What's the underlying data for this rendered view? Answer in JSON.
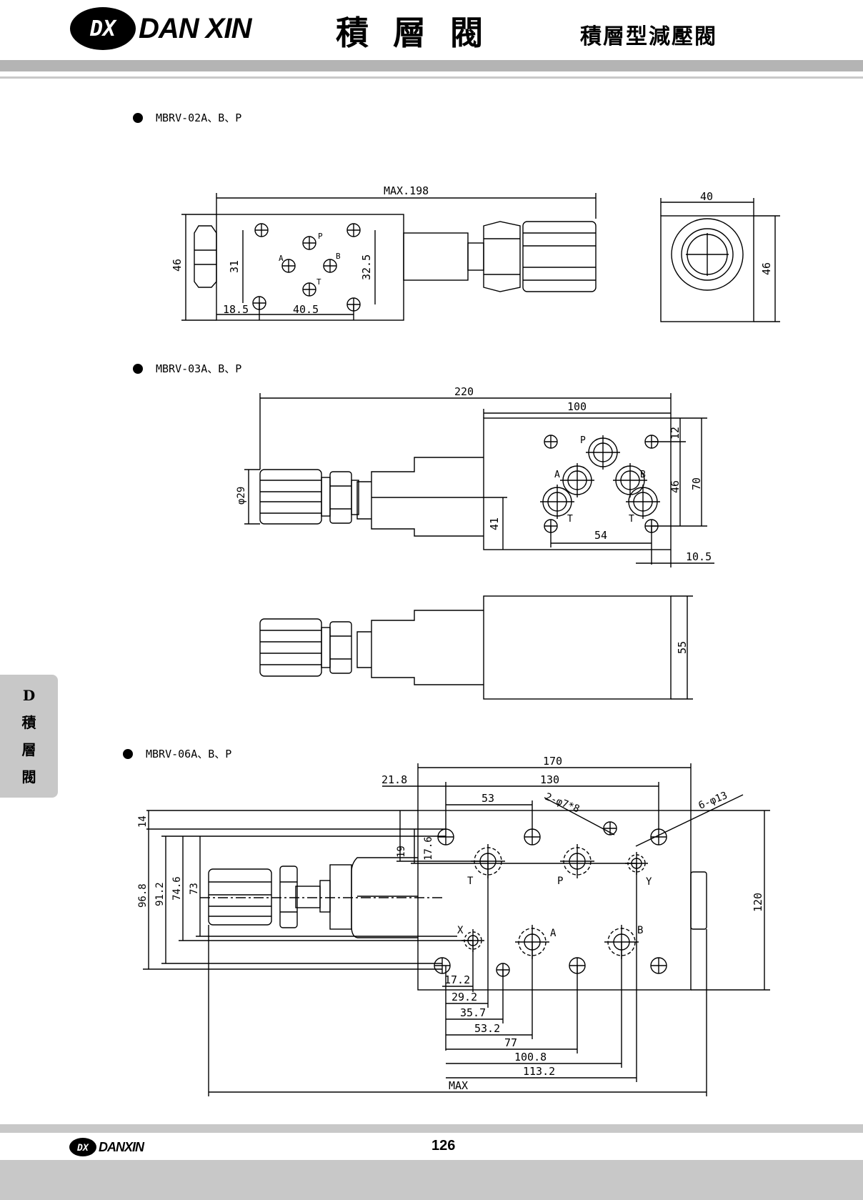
{
  "header": {
    "brand": "DAN XIN",
    "logo_mark": "DX",
    "title": "積層閥",
    "subtitle": "積層型減壓閥"
  },
  "sections": [
    {
      "label": "MBRV-02A、B、P"
    },
    {
      "label": "MBRV-03A、B、P"
    },
    {
      "label": "MBRV-06A、B、P"
    }
  ],
  "side_tab": {
    "lines": [
      "D",
      "積",
      "層",
      "閥"
    ]
  },
  "footer": {
    "brand": "DANXIN",
    "page_number": "126"
  },
  "drawing1": {
    "dims": {
      "max": "MAX.198",
      "width": "40",
      "height": "46",
      "height_r": "46",
      "h31": "31",
      "h325": "32.5",
      "w185": "18.5",
      "w405": "40.5"
    },
    "ports": {
      "p": "P",
      "a": "A",
      "b": "B",
      "t": "T"
    }
  },
  "drawing2": {
    "dims": {
      "total": "220",
      "body": "100",
      "dia": "φ29",
      "h41": "41",
      "h12": "12",
      "h46": "46",
      "h70": "70",
      "w54": "54",
      "w105": "10.5",
      "h55": "55"
    },
    "ports": {
      "p": "P",
      "a": "A",
      "b": "B",
      "t1": "T",
      "t2": "T"
    }
  },
  "drawing3": {
    "dims": {
      "w170": "170",
      "w218": "21.8",
      "w130": "130",
      "w53": "53",
      "holes_a": "2-φ7*8",
      "holes_b": "6-φ13",
      "h14": "14",
      "h968": "96.8",
      "h912": "91.2",
      "h746": "74.6",
      "h73": "73",
      "h19": "19",
      "h176": "17.6",
      "h120": "120",
      "x172": "17.2",
      "x292": "29.2",
      "x357": "35.7",
      "x532": "53.2",
      "x77": "77",
      "x1008": "100.8",
      "x1132": "113.2",
      "max": "MAX"
    },
    "ports": {
      "t": "T",
      "p": "P",
      "y": "Y",
      "x": "X",
      "a": "A",
      "b": "B"
    }
  }
}
